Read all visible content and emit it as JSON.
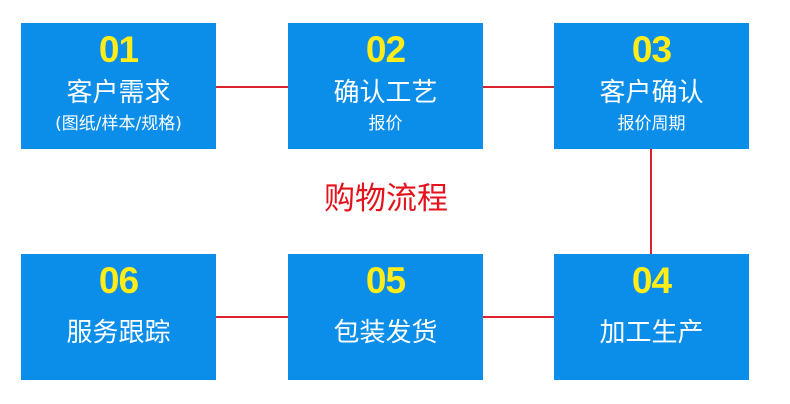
{
  "diagram": {
    "title": "购物流程",
    "colors": {
      "box_fill": "#0a8ee9",
      "number": "#ffec18",
      "box_text": "#ffffff",
      "connector": "#d9232d",
      "title": "#e3121c"
    },
    "steps": [
      {
        "num": "01",
        "title": "客户需求",
        "subtitle": "(图纸/样本/规格)"
      },
      {
        "num": "02",
        "title": "确认工艺",
        "subtitle": "报价"
      },
      {
        "num": "03",
        "title": "客户确认",
        "subtitle": "报价周期"
      },
      {
        "num": "04",
        "title": "加工生产",
        "subtitle": ""
      },
      {
        "num": "05",
        "title": "包装发货",
        "subtitle": ""
      },
      {
        "num": "06",
        "title": "服务跟踪",
        "subtitle": ""
      }
    ]
  }
}
